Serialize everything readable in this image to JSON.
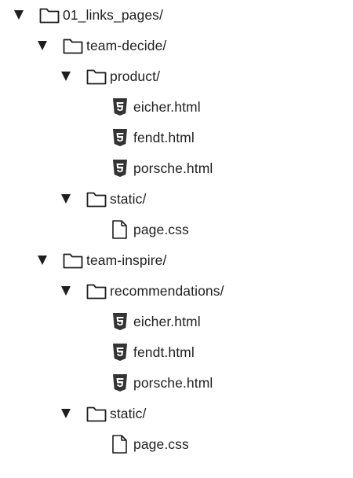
{
  "tree": {
    "root": {
      "name": "01_links_pages/",
      "icon": "folder-icon",
      "expanded": true
    },
    "team_decide": {
      "name": "team-decide/",
      "icon": "folder-icon",
      "expanded": true,
      "product": {
        "name": "product/",
        "icon": "folder-icon",
        "expanded": true,
        "files": [
          {
            "name": "eicher.html",
            "icon": "html5-icon"
          },
          {
            "name": "fendt.html",
            "icon": "html5-icon"
          },
          {
            "name": "porsche.html",
            "icon": "html5-icon"
          }
        ]
      },
      "static": {
        "name": "static/",
        "icon": "folder-icon",
        "expanded": true,
        "files": [
          {
            "name": "page.css",
            "icon": "file-icon"
          }
        ]
      }
    },
    "team_inspire": {
      "name": "team-inspire/",
      "icon": "folder-icon",
      "expanded": true,
      "recommendations": {
        "name": "recommendations/",
        "icon": "folder-icon",
        "expanded": true,
        "files": [
          {
            "name": "eicher.html",
            "icon": "html5-icon"
          },
          {
            "name": "fendt.html",
            "icon": "html5-icon"
          },
          {
            "name": "porsche.html",
            "icon": "html5-icon"
          }
        ]
      },
      "static": {
        "name": "static/",
        "icon": "folder-icon",
        "expanded": true,
        "files": [
          {
            "name": "page.css",
            "icon": "file-icon"
          }
        ]
      }
    }
  },
  "colors": {
    "text": "#1f1f1f",
    "icon_stroke": "#1e1e1e",
    "html5_fill": "#333333",
    "background": "#ffffff"
  }
}
